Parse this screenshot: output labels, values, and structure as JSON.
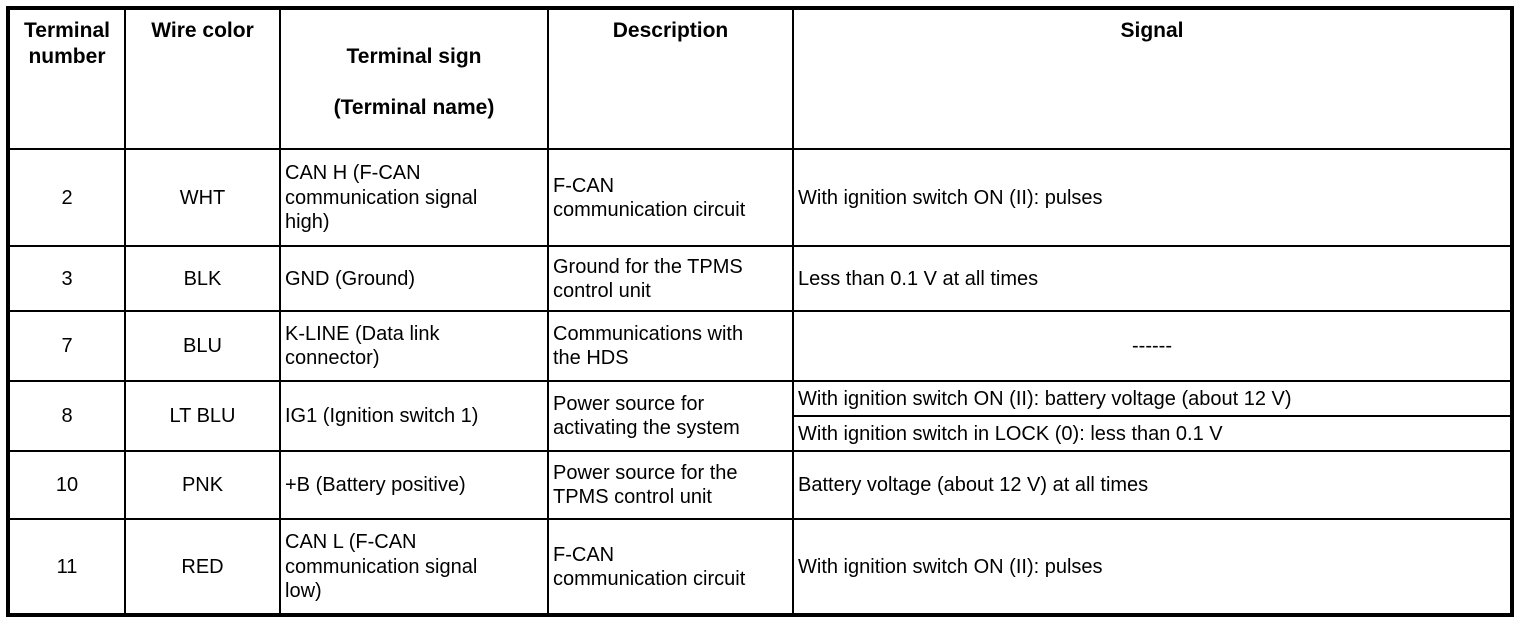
{
  "table": {
    "header": {
      "terminal_number": "Terminal number",
      "wire_color": "Wire color",
      "terminal_sign": "Terminal sign",
      "terminal_sign_sub": "(Terminal name)",
      "description": "Description",
      "signal": "Signal"
    },
    "rows": [
      {
        "terminal": "2",
        "wire_color": "WHT",
        "terminal_sign": "CAN H (F-CAN\ncommunication signal\nhigh)",
        "description": "F-CAN\ncommunication circuit",
        "signals": [
          "With ignition switch ON (II): pulses"
        ]
      },
      {
        "terminal": "3",
        "wire_color": "BLK",
        "terminal_sign": "GND (Ground)",
        "description": "Ground for the TPMS\ncontrol unit",
        "signals": [
          "Less than 0.1 V at all times"
        ]
      },
      {
        "terminal": "7",
        "wire_color": "BLU",
        "terminal_sign": "K-LINE (Data link\nconnector)",
        "description": "Communications with\nthe HDS",
        "signals": [
          "------"
        ]
      },
      {
        "terminal": "8",
        "wire_color": "LT BLU",
        "terminal_sign": "IG1 (Ignition switch 1)",
        "description": "Power source for\nactivating the system",
        "signals": [
          "With ignition switch ON (II): battery voltage (about 12 V)",
          "With ignition switch in LOCK (0): less than 0.1 V"
        ]
      },
      {
        "terminal": "10",
        "wire_color": "PNK",
        "terminal_sign": "+B (Battery positive)",
        "description": "Power source for the\nTPMS control unit",
        "signals": [
          "Battery voltage (about 12 V) at all times"
        ]
      },
      {
        "terminal": "11",
        "wire_color": "RED",
        "terminal_sign": "CAN L (F-CAN\ncommunication signal\nlow)",
        "description": "F-CAN\ncommunication circuit",
        "signals": [
          "With ignition switch ON (II): pulses"
        ]
      }
    ]
  },
  "colors": {
    "border": "#000000",
    "background": "#ffffff",
    "text": "#000000"
  }
}
